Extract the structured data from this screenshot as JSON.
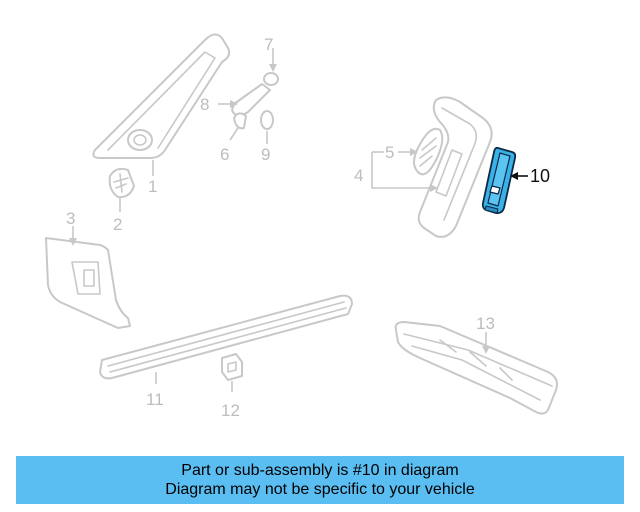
{
  "diagram": {
    "callouts": {
      "c1": "1",
      "c2": "2",
      "c3": "3",
      "c4": "4",
      "c5": "5",
      "c6": "6",
      "c7": "7",
      "c8": "8",
      "c9": "9",
      "c10": "10",
      "c11": "11",
      "c12": "12",
      "c13": "13"
    },
    "highlighted_part": "10",
    "colors": {
      "highlight": "#3ab1e8",
      "outline": "#c8c8c8",
      "banner": "#5bbef2"
    }
  },
  "banner": {
    "line1": "Part or sub-assembly is #10 in diagram",
    "line2": "Diagram may not be specific to your vehicle"
  }
}
